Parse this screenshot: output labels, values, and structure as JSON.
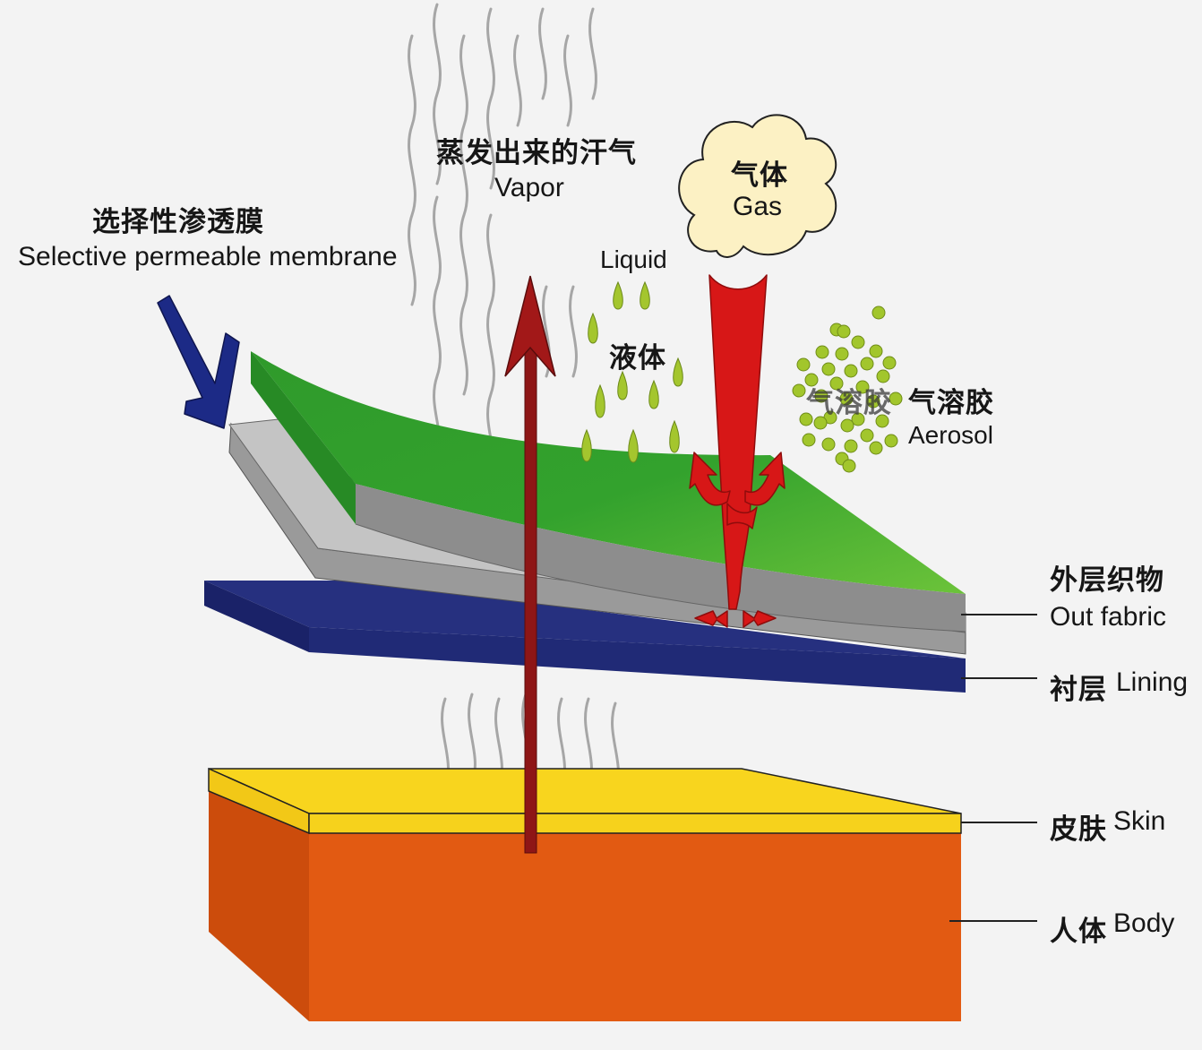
{
  "membrane": {
    "zh": "选择性渗透膜",
    "en": "Selective permeable membrane"
  },
  "vapor": {
    "zh": "蒸发出来的汗气",
    "en": "Vapor"
  },
  "gas": {
    "zh": "气体",
    "en": "Gas"
  },
  "liquid": {
    "en": "Liquid",
    "zh": "液体"
  },
  "aerosol": {
    "zh": "气溶胶",
    "zh_overlay": "气溶胶",
    "en": "Aerosol"
  },
  "out_fabric": {
    "zh": "外层织物",
    "en": "Out fabric"
  },
  "lining": {
    "zh": "衬层",
    "en": "Lining"
  },
  "skin": {
    "zh": "皮肤",
    "en": "Skin"
  },
  "body_layer": {
    "zh": "人体",
    "en": "Body"
  },
  "colors": {
    "background": "#f3f3f3",
    "out_fabric_top": "#2e9a2a",
    "membrane_gray": "#8c8c8c",
    "lining_navy": "#202a7a",
    "skin_yellow": "#f7d21c",
    "body_orange": "#e05a12",
    "vapor_arrow": "#8e1414",
    "gas_arrow": "#d81616",
    "pointer_arrow": "#1c2a86",
    "droplet": "#a2c62c",
    "cloud": "#fcf1c4"
  }
}
